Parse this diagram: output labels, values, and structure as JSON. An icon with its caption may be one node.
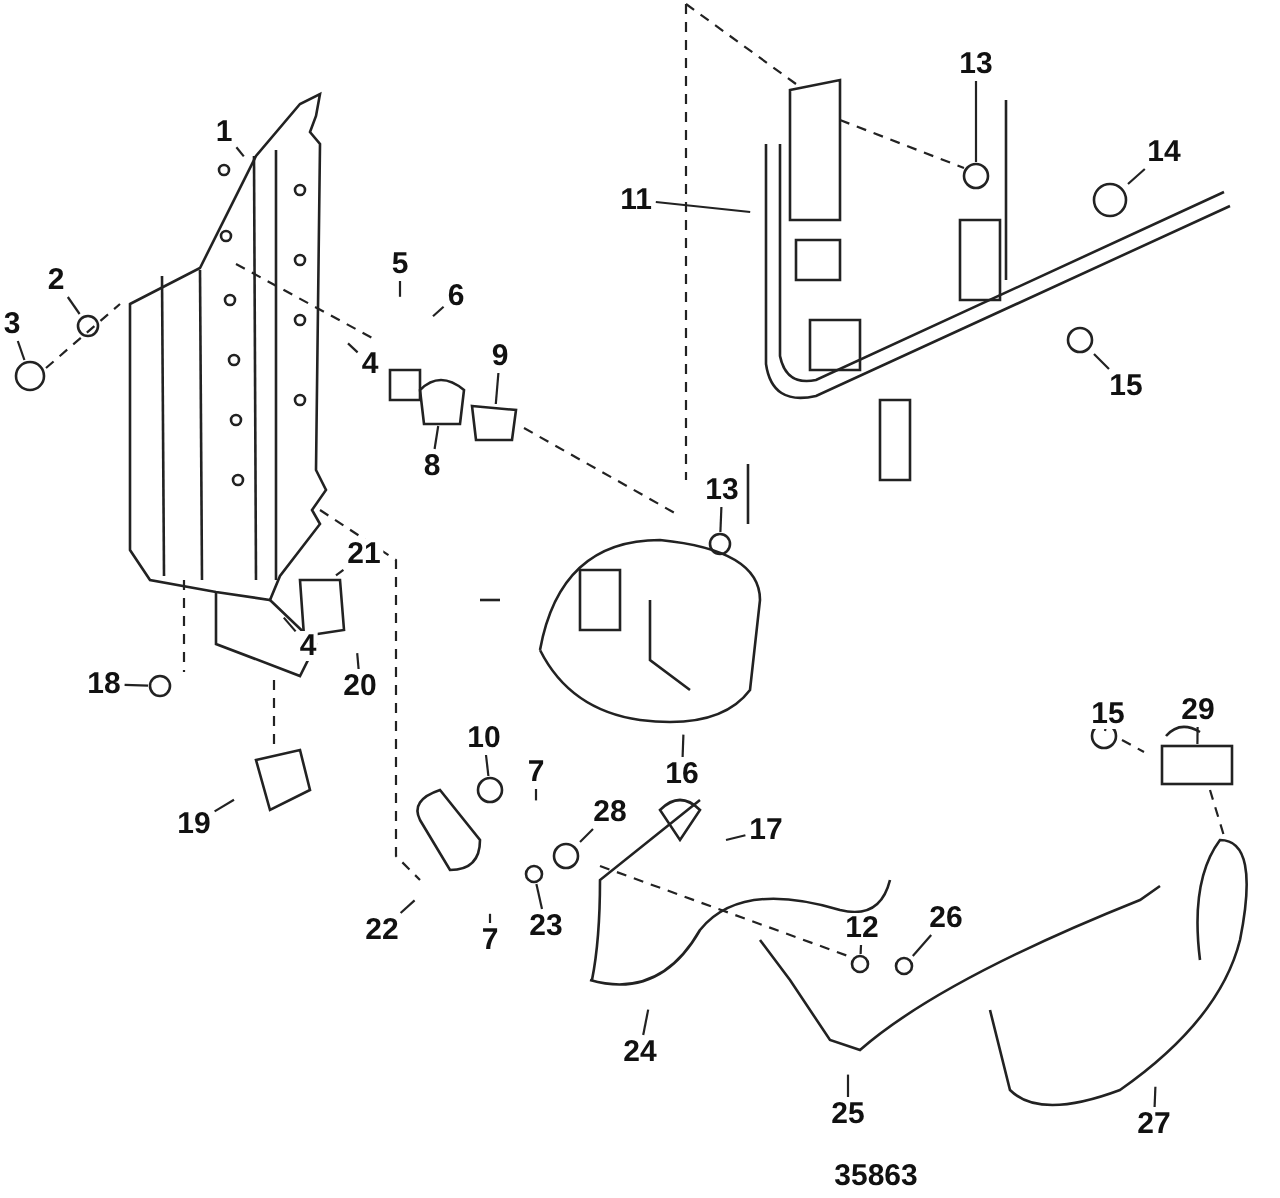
{
  "diagram": {
    "nodes": [
      {
        "text": [
          "1"
        ]
      },
      {
        "text": [
          "2"
        ]
      },
      {
        "text": [
          "3"
        ]
      },
      {
        "text": [
          "5"
        ]
      },
      {
        "text": [
          "6"
        ]
      },
      {
        "text": [
          "4"
        ]
      },
      {
        "text": [
          "8"
        ]
      },
      {
        "text": [
          "9"
        ]
      },
      {
        "text": [
          "13"
        ]
      },
      {
        "text": [
          "11"
        ]
      },
      {
        "text": [
          "13"
        ]
      },
      {
        "text": [
          "14"
        ]
      },
      {
        "text": [
          "15"
        ]
      },
      {
        "text": [
          "21"
        ]
      },
      {
        "text": [
          "4"
        ]
      },
      {
        "text": [
          "20"
        ]
      },
      {
        "text": [
          "18"
        ]
      },
      {
        "text": [
          "19"
        ]
      },
      {
        "text": [
          "10"
        ]
      },
      {
        "text": [
          "7"
        ]
      },
      {
        "text": [
          "28"
        ]
      },
      {
        "text": [
          "17"
        ]
      },
      {
        "text": [
          "22"
        ]
      },
      {
        "text": [
          "23"
        ]
      },
      {
        "text": [
          "7"
        ]
      },
      {
        "text": [
          "24"
        ]
      },
      {
        "text": [
          "12"
        ]
      },
      {
        "text": [
          "26"
        ]
      },
      {
        "text": [
          "25"
        ]
      },
      {
        "text": [
          "27"
        ]
      },
      {
        "text": [
          "15"
        ]
      },
      {
        "text": [
          "29"
        ]
      },
      {
        "text": [],
        "shape": "box"
      },
      {
        "text": [
          "16"
        ]
      },
      {
        "text": [],
        "shape": "circle"
      },
      {
        "text": [],
        "shape": "circle"
      },
      {
        "text": [],
        "shape": "box"
      },
      {
        "text": [],
        "shape": "box"
      },
      {
        "text": [],
        "shape": "circle"
      },
      {
        "text": [],
        "shape": "circle"
      },
      {
        "text": [],
        "shape": "circle"
      },
      {
        "text": [],
        "shape": "circle"
      },
      {
        "text": [],
        "shape": "circle"
      },
      {
        "text": [],
        "shape": "circle"
      },
      {
        "text": [],
        "shape": "circle"
      },
      {
        "text": [],
        "shape": "circle"
      },
      {
        "text": [],
        "shape": "circle"
      },
      {
        "text": [],
        "shape": "circle"
      },
      {
        "text": [],
        "shape": "circle"
      }
    ],
    "edges": [
      {
        "from": 0,
        "to": null,
        "arrow": "none"
      },
      {
        "from": 1,
        "to": 34,
        "arrow": "none"
      },
      {
        "from": 2,
        "to": 35,
        "arrow": "none"
      },
      {
        "from": 3,
        "to": null,
        "arrow": "none"
      },
      {
        "from": 4,
        "to": null,
        "arrow": "none"
      },
      {
        "from": 5,
        "to": null,
        "arrow": "none"
      },
      {
        "from": 6,
        "to": 36,
        "arrow": "none"
      },
      {
        "from": 7,
        "to": 37,
        "arrow": "none"
      },
      {
        "from": 8,
        "to": 38,
        "arrow": "none"
      },
      {
        "from": 9,
        "to": null,
        "arrow": "none"
      },
      {
        "from": 10,
        "to": 39,
        "arrow": "none"
      },
      {
        "from": 11,
        "to": 40,
        "arrow": "none"
      },
      {
        "from": 12,
        "to": 41,
        "arrow": "none"
      },
      {
        "from": 13,
        "to": null,
        "arrow": "none"
      },
      {
        "from": 14,
        "to": null,
        "arrow": "none"
      },
      {
        "from": 15,
        "to": null,
        "arrow": "none"
      },
      {
        "from": 16,
        "to": 42,
        "arrow": "none"
      },
      {
        "from": 17,
        "to": null,
        "arrow": "none"
      },
      {
        "from": 18,
        "to": 43,
        "arrow": "none"
      },
      {
        "from": 19,
        "to": null,
        "arrow": "none"
      },
      {
        "from": 20,
        "to": 44,
        "arrow": "none"
      },
      {
        "from": 21,
        "to": null,
        "arrow": "none"
      },
      {
        "from": 22,
        "to": null,
        "arrow": "none"
      },
      {
        "from": 23,
        "to": 45,
        "arrow": "none"
      },
      {
        "from": 24,
        "to": null,
        "arrow": "none"
      },
      {
        "from": 25,
        "to": null,
        "arrow": "none"
      },
      {
        "from": 26,
        "to": 46,
        "arrow": "none"
      },
      {
        "from": 27,
        "to": 47,
        "arrow": "none"
      },
      {
        "from": 28,
        "to": null,
        "arrow": "none"
      },
      {
        "from": 29,
        "to": null,
        "arrow": "none"
      },
      {
        "from": 30,
        "to": 48,
        "arrow": "none"
      },
      {
        "from": 31,
        "to": 32,
        "arrow": "none"
      },
      {
        "from": 33,
        "to": null,
        "arrow": "none"
      }
    ],
    "labels": [
      "35863"
    ]
  }
}
